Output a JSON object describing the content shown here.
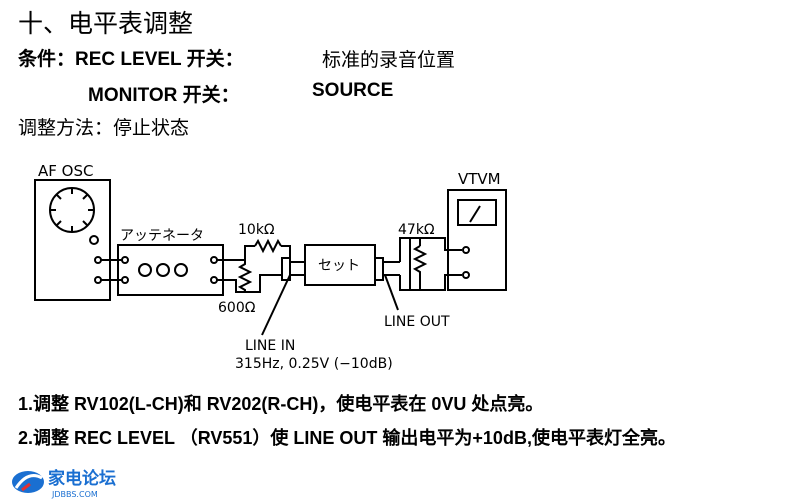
{
  "title": "十、电平表调整",
  "conditions": {
    "label": "条件：",
    "rec_level_label": "REC LEVEL 开关：",
    "rec_level_value": "标准的录音位置",
    "monitor_label": "MONITOR 开关：",
    "monitor_value": "SOURCE"
  },
  "method": {
    "label": "调整方法：",
    "value": "停止状态"
  },
  "diagram": {
    "af_osc": "AF OSC",
    "attenuator": "アッテネータ",
    "r_10k": "10kΩ",
    "r_600": "600Ω",
    "set": "セット",
    "r_47k": "47kΩ",
    "vtvm": "VTVM",
    "line_in": "LINE IN",
    "line_in_spec": "315Hz, 0.25V (−10dB)",
    "line_out": "LINE OUT"
  },
  "steps": [
    "1.调整 RV102(L-CH)和 RV202(R-CH)，使电平表在 0VU 处点亮。",
    "2.调整 REC LEVEL （RV551）使 LINE OUT 输出电平为+10dB,使电平表灯全亮。"
  ],
  "watermark": {
    "name": "家电论坛",
    "url": "JDBBS.COM"
  }
}
